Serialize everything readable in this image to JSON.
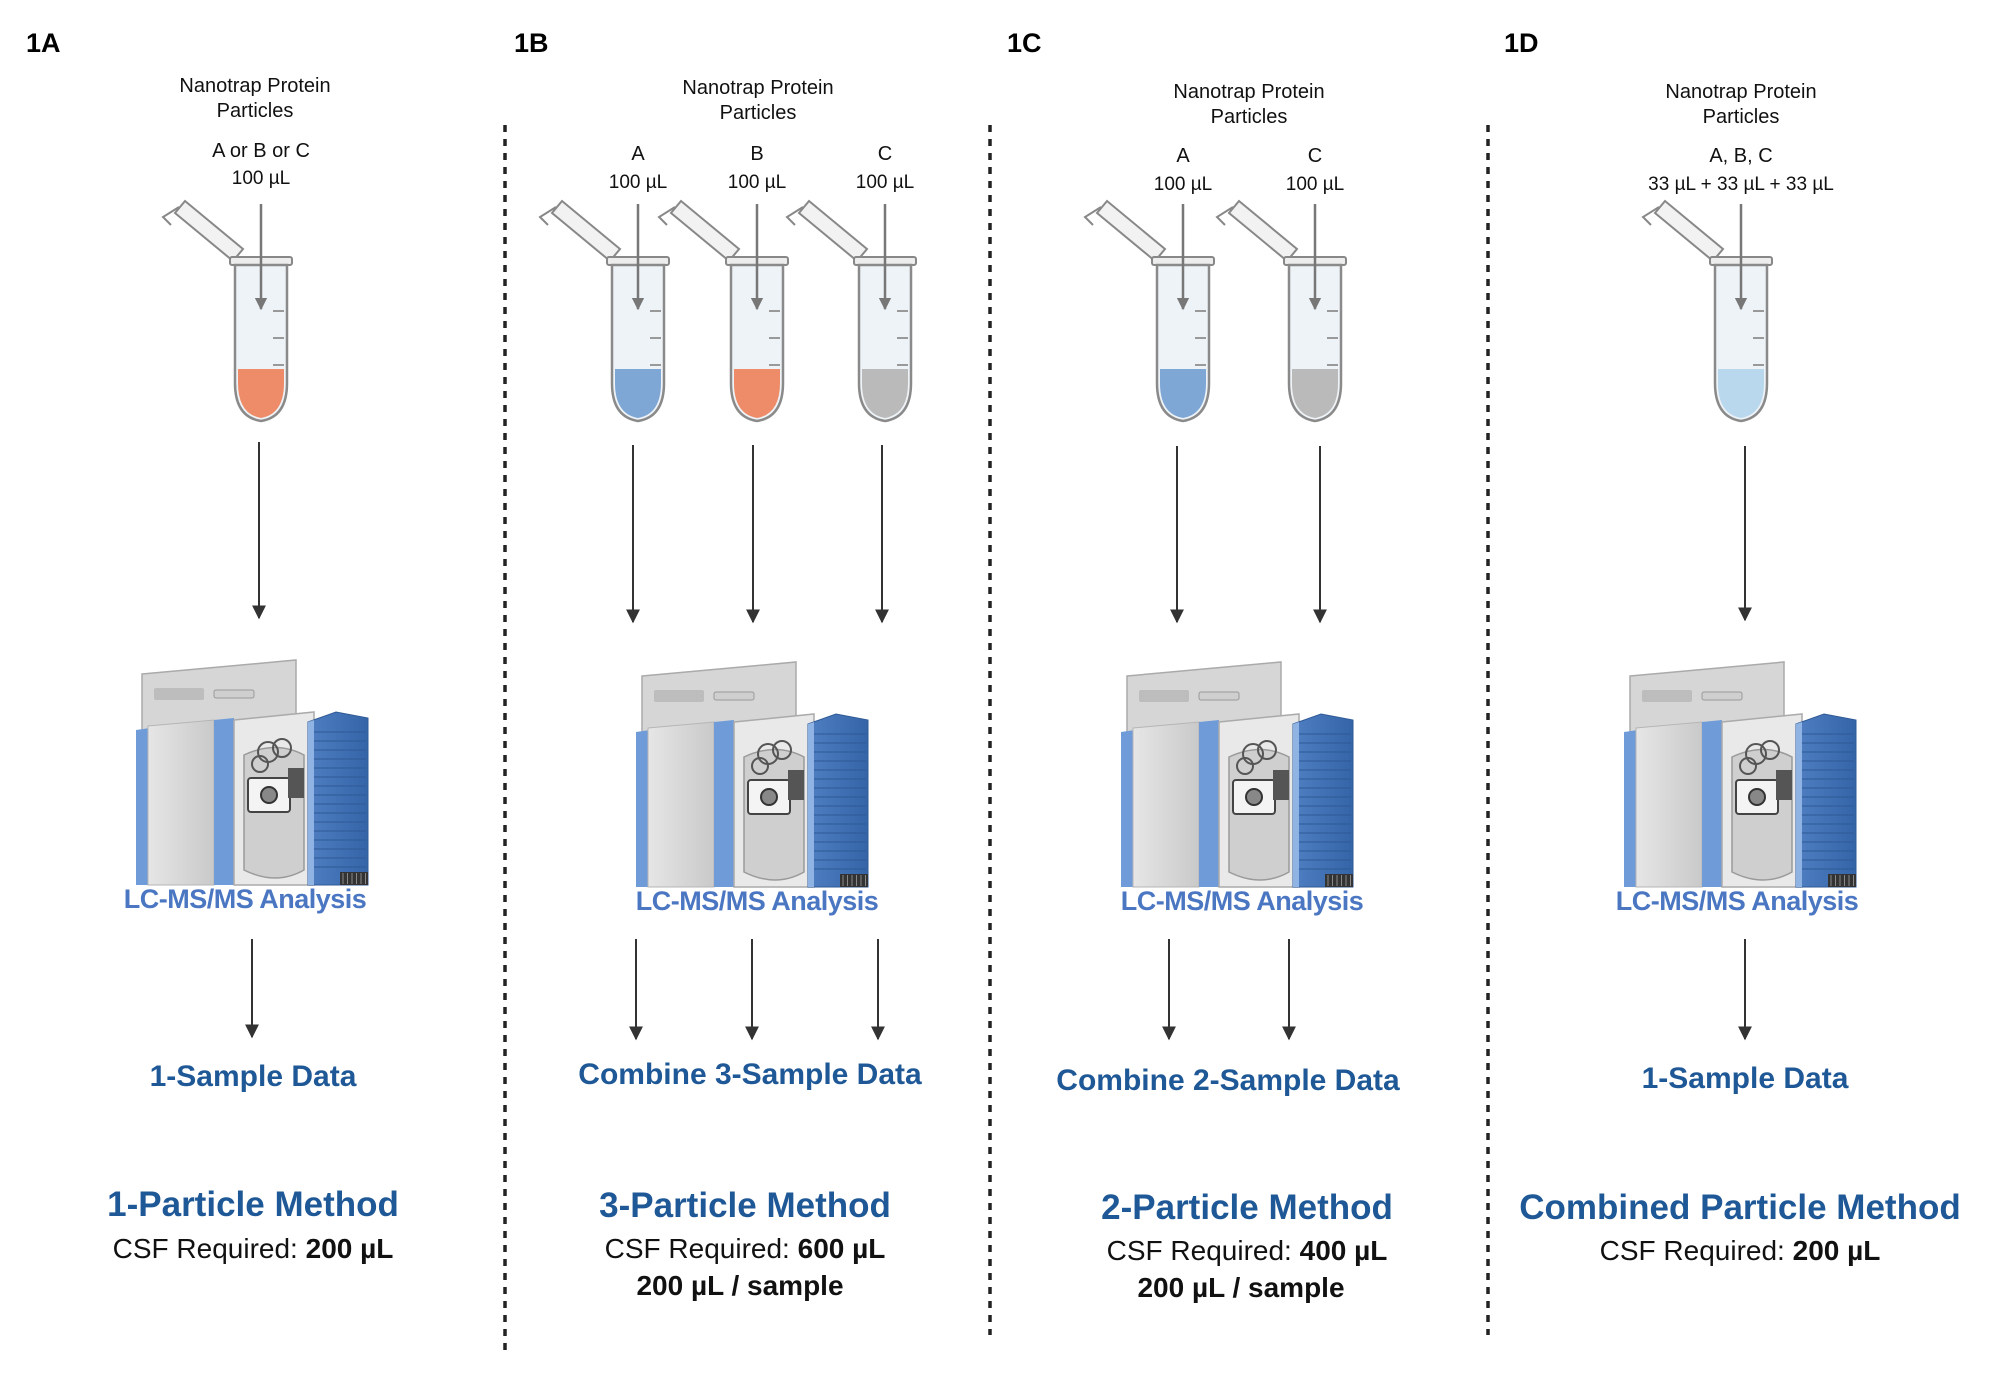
{
  "colors": {
    "accent_blue": "#1F5896",
    "lc_blue": "#4A76C2",
    "fill_orange": "#EE8C69",
    "fill_blue": "#7FA7D6",
    "fill_gray": "#BABABA",
    "fill_light_blue": "#B9D8EE"
  },
  "panels": [
    {
      "id": "1A",
      "label": "1A",
      "header": [
        "Nanotrap Protein",
        "Particles"
      ],
      "tube_labels": [
        {
          "name": "A or B or C",
          "volume": "100 µL",
          "fill": "orange"
        }
      ],
      "lc_label": "LC-MS/MS Analysis",
      "data_label": "1-Sample Data",
      "method_title": "1-Particle Method",
      "csf_prefix": "CSF Required: ",
      "csf_value": "200 µL",
      "per_sample": ""
    },
    {
      "id": "1B",
      "label": "1B",
      "header": [
        "Nanotrap Protein",
        "Particles"
      ],
      "tube_labels": [
        {
          "name": "A",
          "volume": "100 µL",
          "fill": "blue"
        },
        {
          "name": "B",
          "volume": "100 µL",
          "fill": "orange"
        },
        {
          "name": "C",
          "volume": "100 µL",
          "fill": "gray"
        }
      ],
      "lc_label": "LC-MS/MS Analysis",
      "data_label": "Combine 3-Sample Data",
      "method_title": "3-Particle Method",
      "csf_prefix": "CSF Required: ",
      "csf_value": "600 µL",
      "per_sample": "200 µL / sample"
    },
    {
      "id": "1C",
      "label": "1C",
      "header": [
        "Nanotrap Protein",
        "Particles"
      ],
      "tube_labels": [
        {
          "name": "A",
          "volume": "100 µL",
          "fill": "blue"
        },
        {
          "name": "C",
          "volume": "100 µL",
          "fill": "gray"
        }
      ],
      "lc_label": "LC-MS/MS Analysis",
      "data_label": "Combine 2-Sample Data",
      "method_title": "2-Particle Method",
      "csf_prefix": "CSF Required: ",
      "csf_value": "400 µL",
      "per_sample": "200 µL / sample"
    },
    {
      "id": "1D",
      "label": "1D",
      "header": [
        "Nanotrap Protein",
        "Particles"
      ],
      "tube_labels": [
        {
          "name": "A, B, C",
          "volume": "33 µL + 33 µL + 33 µL",
          "fill": "light_blue"
        }
      ],
      "lc_label": "LC-MS/MS Analysis",
      "data_label": "1-Sample Data",
      "method_title": "Combined Particle Method",
      "csf_prefix": "CSF Required: ",
      "csf_value": "200 µL",
      "per_sample": ""
    }
  ]
}
